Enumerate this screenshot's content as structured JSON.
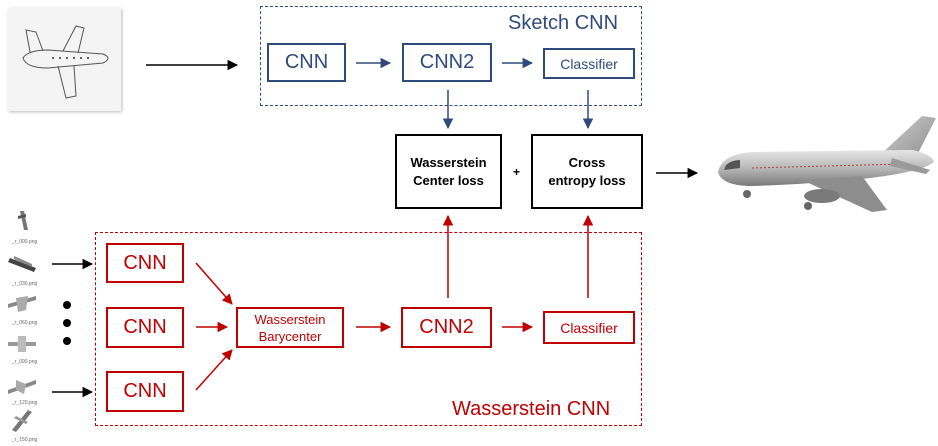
{
  "sketch_cnn": {
    "title": "Sketch CNN",
    "cnn": "CNN",
    "cnn2": "CNN2",
    "classifier": "Classifier"
  },
  "losses": {
    "wasserstein_center": "Wasserstein Center loss",
    "plus": "+",
    "cross_entropy": "Cross entropy loss"
  },
  "wasserstein_cnn": {
    "title": "Wasserstein CNN",
    "cnn_1": "CNN",
    "cnn_2": "CNN",
    "cnn_3": "CNN",
    "barycenter": "Wasserstein Barycenter",
    "cnn2": "CNN2",
    "classifier": "Classifier"
  },
  "view_thumbnails": [
    "_r_000.png",
    "_r_030.png",
    "_r_060.png",
    "_r_090.png",
    "_r_120.png",
    "_r_150.png"
  ],
  "colors": {
    "sketch_branch": "#2f4b7c",
    "wasserstein_branch": "#c00000",
    "loss": "#000000"
  },
  "images": {
    "sketch": "airplane-sketch",
    "output": "3d-airplane-model"
  }
}
